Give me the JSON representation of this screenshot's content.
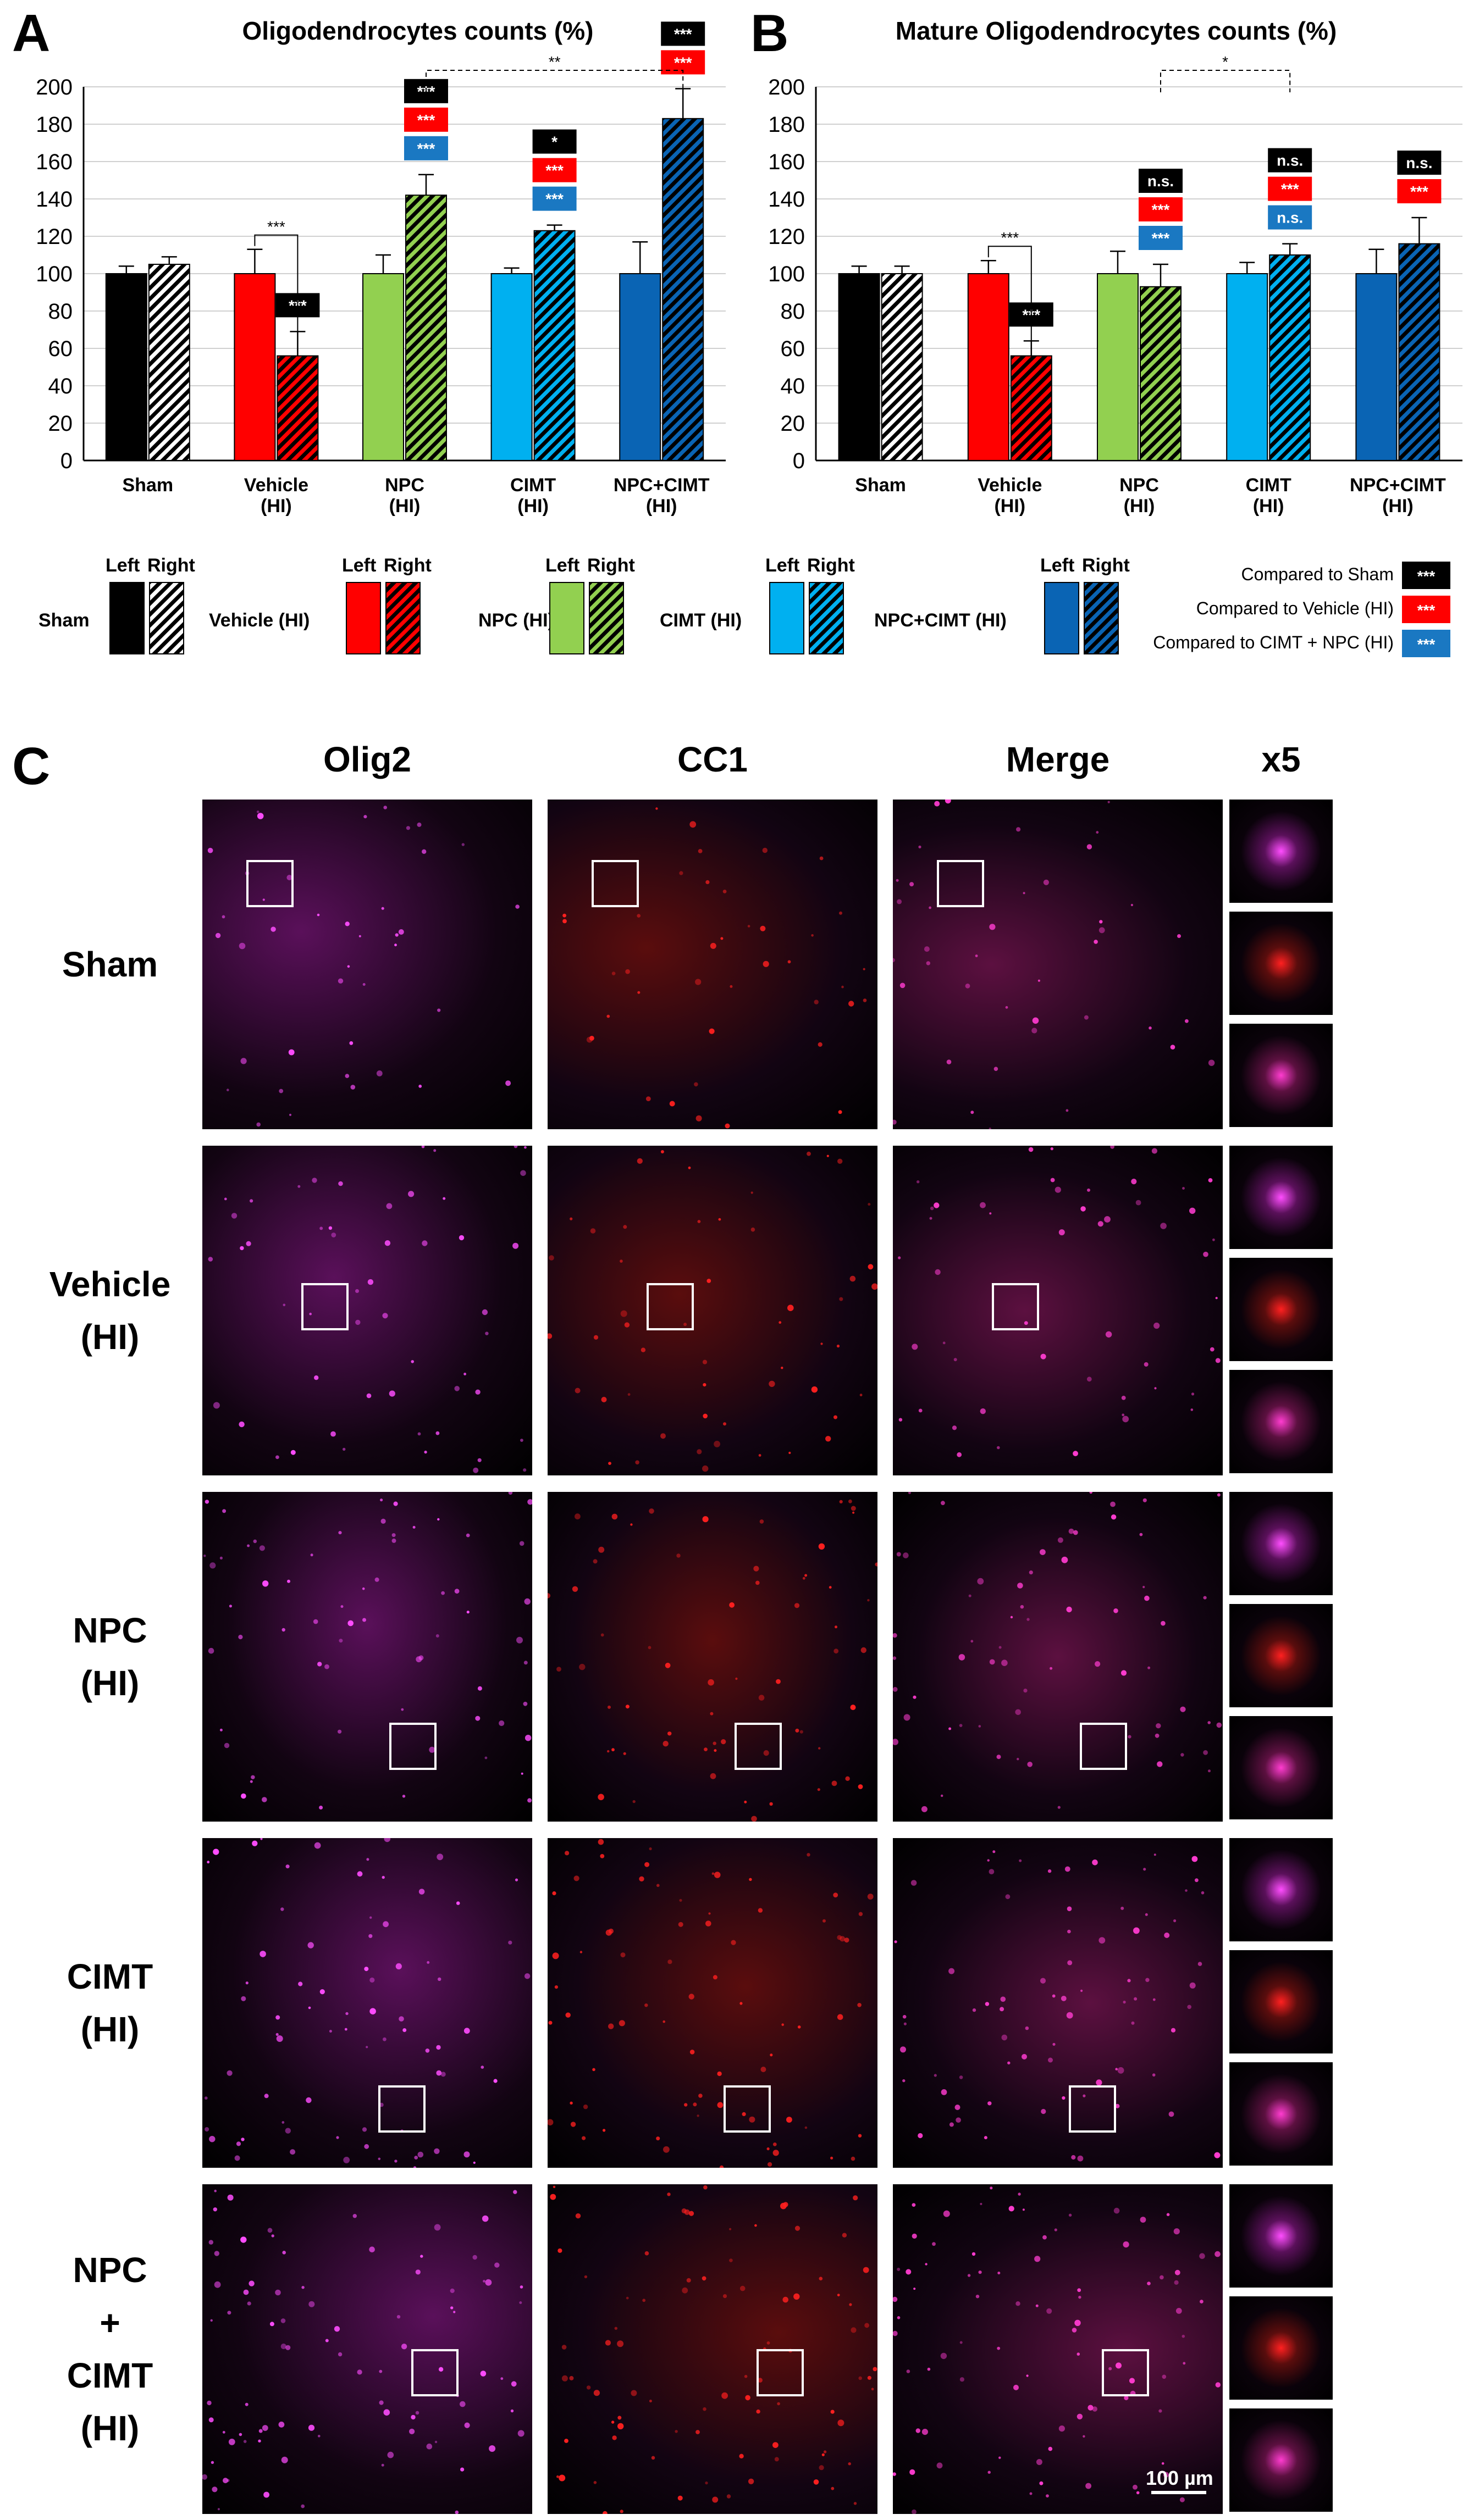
{
  "panels": {
    "a": "A",
    "b": "B",
    "c": "C"
  },
  "chart_data": [
    {
      "type": "bar",
      "title": "Oligodendrocytes counts (%)",
      "ylim": [
        0,
        200
      ],
      "yticks": [
        "0",
        "20",
        "40",
        "60",
        "80",
        "100",
        "120",
        "140",
        "160",
        "180",
        "200"
      ],
      "groups": [
        {
          "label": "Sham",
          "label2": "",
          "left": 100,
          "left_err": 4,
          "right": 105,
          "right_err": 4,
          "color": "#000000",
          "markers": []
        },
        {
          "label": "Vehicle",
          "label2": "(HI)",
          "left": 100,
          "left_err": 13,
          "right": 56,
          "right_err": 13,
          "color": "#ff0000",
          "markers": [
            {
              "text": "***",
              "bg": "#000000"
            }
          ]
        },
        {
          "label": "NPC",
          "label2": "(HI)",
          "left": 100,
          "left_err": 10,
          "right": 142,
          "right_err": 11,
          "color": "#92d050",
          "markers": [
            {
              "text": "***",
              "bg": "#000000"
            },
            {
              "text": "***",
              "bg": "#ff0000"
            },
            {
              "text": "***",
              "bg": "#1a78c2"
            }
          ]
        },
        {
          "label": "CIMT",
          "label2": "(HI)",
          "left": 100,
          "left_err": 3,
          "right": 123,
          "right_err": 3,
          "color": "#00b0f0",
          "markers": [
            {
              "text": "*",
              "bg": "#000000"
            },
            {
              "text": "***",
              "bg": "#ff0000"
            },
            {
              "text": "***",
              "bg": "#1a78c2"
            }
          ]
        },
        {
          "label": "NPC+CIMT",
          "label2": "(HI)",
          "left": 100,
          "left_err": 17,
          "right": 183,
          "right_err": 16,
          "color": "#0a64b4",
          "markers": [
            {
              "text": "***",
              "bg": "#000000"
            },
            {
              "text": "***",
              "bg": "#ff0000"
            }
          ]
        }
      ],
      "brackets": [
        {
          "from": 1,
          "to": 1,
          "text": "***"
        },
        {
          "from": 2,
          "to": 4,
          "text": "**"
        }
      ]
    },
    {
      "type": "bar",
      "title": "Mature Oligodendrocytes counts (%)",
      "ylim": [
        0,
        200
      ],
      "yticks": [
        "0",
        "20",
        "40",
        "60",
        "80",
        "100",
        "120",
        "140",
        "160",
        "180",
        "200"
      ],
      "groups": [
        {
          "label": "Sham",
          "label2": "",
          "left": 100,
          "left_err": 4,
          "right": 100,
          "right_err": 4,
          "color": "#000000",
          "markers": []
        },
        {
          "label": "Vehicle",
          "label2": "(HI)",
          "left": 100,
          "left_err": 7,
          "right": 56,
          "right_err": 8,
          "color": "#ff0000",
          "markers": [
            {
              "text": "***",
              "bg": "#000000"
            }
          ]
        },
        {
          "label": "NPC",
          "label2": "(HI)",
          "left": 100,
          "left_err": 12,
          "right": 93,
          "right_err": 12,
          "color": "#92d050",
          "markers": [
            {
              "text": "n.s.",
              "bg": "#000000"
            },
            {
              "text": "***",
              "bg": "#ff0000"
            },
            {
              "text": "***",
              "bg": "#1a78c2"
            }
          ]
        },
        {
          "label": "CIMT",
          "label2": "(HI)",
          "left": 100,
          "left_err": 6,
          "right": 110,
          "right_err": 6,
          "color": "#00b0f0",
          "markers": [
            {
              "text": "n.s.",
              "bg": "#000000"
            },
            {
              "text": "***",
              "bg": "#ff0000"
            },
            {
              "text": "n.s.",
              "bg": "#1a78c2"
            }
          ]
        },
        {
          "label": "NPC+CIMT",
          "label2": "(HI)",
          "left": 100,
          "left_err": 13,
          "right": 116,
          "right_err": 14,
          "color": "#0a64b4",
          "markers": [
            {
              "text": "n.s.",
              "bg": "#000000"
            },
            {
              "text": "***",
              "bg": "#ff0000"
            }
          ]
        }
      ],
      "brackets": [
        {
          "from": 1,
          "to": 1,
          "text": "***"
        },
        {
          "from": 2,
          "to": 3,
          "text": "*"
        }
      ]
    }
  ],
  "legend": {
    "left_label": "Left",
    "right_label": "Right",
    "groups": [
      {
        "name": "Sham",
        "color": "#000000"
      },
      {
        "name": "Vehicle (HI)",
        "color": "#ff0000"
      },
      {
        "name": "NPC (HI)",
        "color": "#92d050"
      },
      {
        "name": "CIMT  (HI)",
        "color": "#00b0f0"
      },
      {
        "name": "NPC+CIMT  (HI)",
        "color": "#0a64b4"
      }
    ],
    "stats": [
      {
        "label": "Compared to Sham",
        "text": "***",
        "bg": "#000000"
      },
      {
        "label": "Compared to Vehicle (HI)",
        "text": "***",
        "bg": "#ff0000"
      },
      {
        "label": "Compared to CIMT + NPC (HI)",
        "text": "***",
        "bg": "#1a78c2"
      }
    ]
  },
  "micrograph": {
    "columns": [
      "Olig2",
      "CC1",
      "Merge",
      "x5"
    ],
    "rows": [
      {
        "label": [
          "Sham"
        ]
      },
      {
        "label": [
          "Vehicle",
          "(HI)"
        ]
      },
      {
        "label": [
          "NPC",
          "(HI)"
        ]
      },
      {
        "label": [
          "CIMT",
          "(HI)"
        ]
      },
      {
        "label": [
          "NPC",
          "+",
          "CIMT",
          "(HI)"
        ]
      }
    ],
    "scale_bar": "100 µm"
  }
}
